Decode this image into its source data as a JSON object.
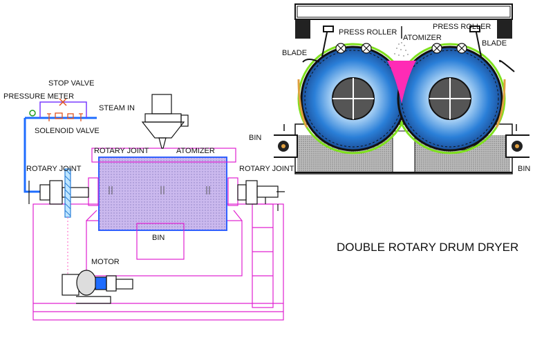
{
  "diagram": {
    "title": "DOUBLE ROTARY DRUM DRYER",
    "labels": {
      "stop_valve": "STOP VALVE",
      "pressure_meter": "PRESSURE METER",
      "steam_in": "STEAM IN",
      "solenoid_valve": "SOLENOID VALVE",
      "rotary_joint_left": "ROTARY JOINT",
      "rotary_joint_top": "ROTARY JOINT",
      "rotary_joint_right": "ROTARY JOINT",
      "atomizer_side": "ATOMIZER",
      "bin_side": "BIN",
      "motor": "MOTOR",
      "press_roller_left": "PRESS ROLLER",
      "press_roller_right": "PRESS ROLLER",
      "atomizer_front": "ATOMIZER",
      "blade_left": "BLADE",
      "blade_right": "BLADE",
      "bin_left": "BIN",
      "bin_right": "BIN"
    },
    "colors": {
      "frame": "#e020d0",
      "drum_fill": "#c9b8ec",
      "drum_outline": "#3060ff",
      "steam_pipe": "#1e6cff",
      "drum_blue": "#2a7fd8",
      "product_green": "#7fe01e",
      "product_pink": "#ff2bb5",
      "dark": "#111111"
    }
  }
}
